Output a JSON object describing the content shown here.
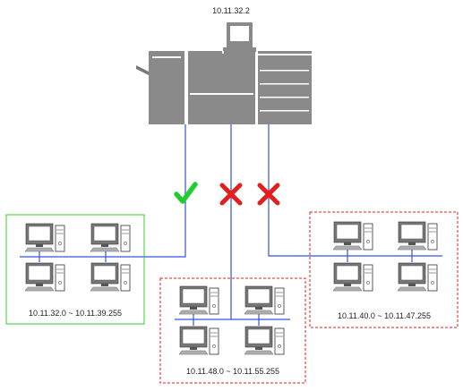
{
  "printer": {
    "ip": "10.11.32.2",
    "body_color": "#8a8a8a",
    "detail_color": "#ffffff"
  },
  "links": {
    "line_color": "#3355dd",
    "allowed_mark_color": "#22cc33",
    "denied_mark_color": "#e51d1d"
  },
  "groups": [
    {
      "id": "left",
      "range": "10.11.32.0 ~ 10.11.39.255",
      "border": "#33cc33",
      "border_style": "solid",
      "access": "allowed",
      "computers": 4
    },
    {
      "id": "middle",
      "range": "10.11.48.0 ~ 10.11.55.255",
      "border": "#dd2222",
      "border_style": "dashed",
      "access": "denied",
      "computers": 4
    },
    {
      "id": "right",
      "range": "10.11.40.0 ~ 10.11.47.255",
      "border": "#dd2222",
      "border_style": "dashed",
      "access": "denied",
      "computers": 4
    }
  ]
}
